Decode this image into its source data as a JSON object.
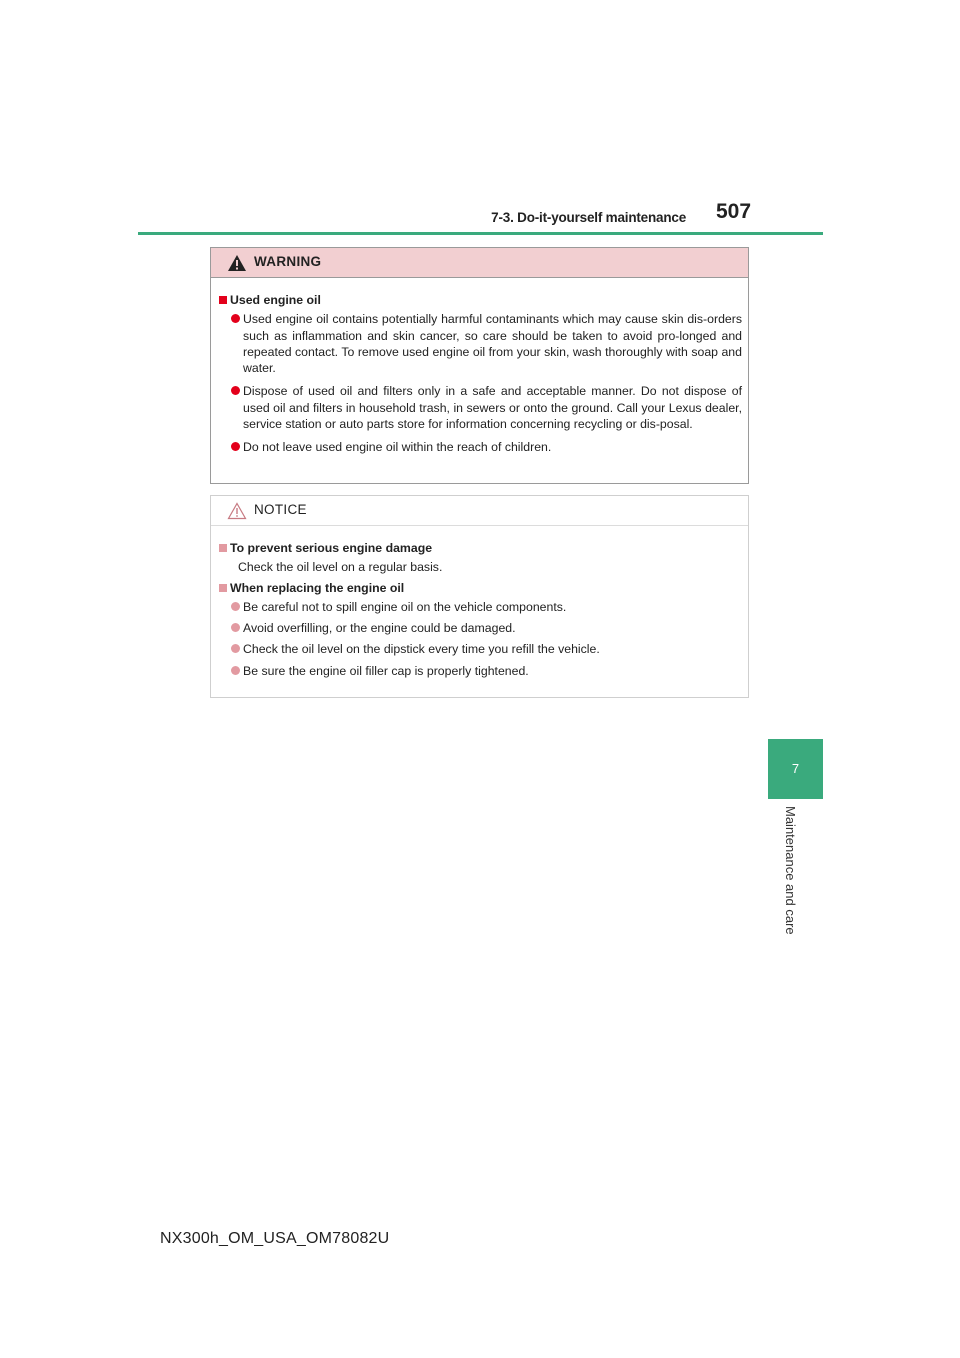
{
  "header": {
    "section_title": "7-3. Do-it-yourself maintenance",
    "page_number": "507"
  },
  "side_tab": {
    "chapter_number": "7",
    "chapter_label": "Maintenance and care"
  },
  "warning": {
    "title": "WARNING",
    "section_heading": "Used engine oil",
    "items": [
      "Used engine oil contains potentially harmful contaminants which may cause skin dis-orders such as inflammation and skin cancer, so care should be taken to avoid pro-longed and repeated contact. To remove used engine oil from your skin, wash thoroughly with soap and water.",
      "Dispose of used oil and filters only in a safe and acceptable manner. Do not dispose of used oil and filters in household trash, in sewers or onto the ground. Call your Lexus dealer, service station or auto parts store for information concerning recycling or dis-posal.",
      "Do not leave used engine oil within the reach of children."
    ]
  },
  "notice": {
    "title": "NOTICE",
    "section1_heading": "To prevent serious engine damage",
    "section1_text": "Check the oil level on a regular basis.",
    "section2_heading": "When replacing the engine oil",
    "items": [
      "Be careful not to spill engine oil on the vehicle components.",
      "Avoid overfilling, or the engine could be damaged.",
      "Check the oil level on the dipstick every time you refill the vehicle.",
      "Be sure the engine oil filler cap is properly tightened."
    ]
  },
  "footer": {
    "doc_code": "NX300h_OM_USA_OM78082U"
  },
  "colors": {
    "accent_green": "#3aaa7d",
    "warning_header": "#f2cfd1",
    "warning_red": "#e3001b",
    "notice_pink": "#e29aa1"
  }
}
